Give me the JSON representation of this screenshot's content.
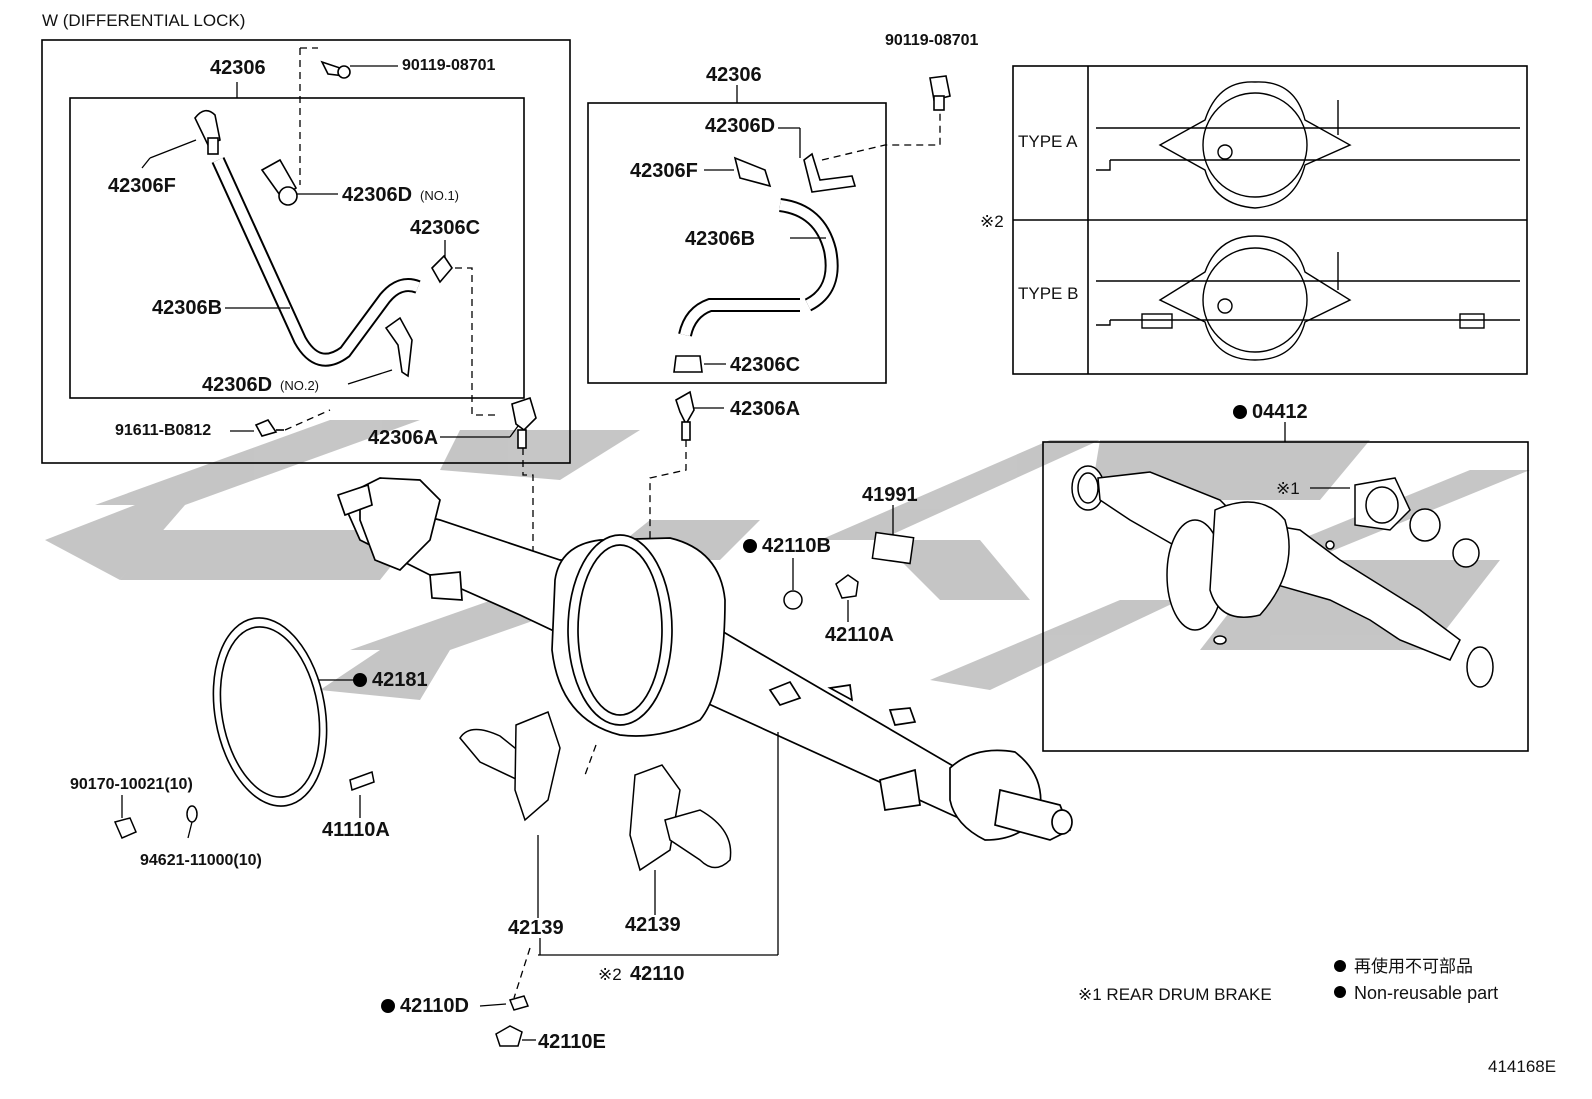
{
  "box_w": {
    "title": "W (DIFFERENTIAL LOCK)"
  },
  "labels": {
    "p42306_w": "42306",
    "p90119_w": "90119-08701",
    "p42306F_w": "42306F",
    "p42306D_w": "42306D",
    "p42306D_w_note": "(NO.1)",
    "p42306C_w": "42306C",
    "p42306B_w": "42306B",
    "p42306D2_w": "42306D",
    "p42306D2_w_note": "(NO.2)",
    "p91611": "91611-B0812",
    "p42306A_w": "42306A",
    "p90119_top": "90119-08701",
    "p42306_c": "42306",
    "p42306D_c": "42306D",
    "p42306F_c": "42306F",
    "p42306B_c": "42306B",
    "p42306C_c": "42306C",
    "p42306A_c": "42306A",
    "p41991": "41991",
    "p42110B": "42110B",
    "p42110A": "42110A",
    "p42181": "42181",
    "p90170": "90170-10021(10)",
    "p41110A": "41110A",
    "p94621": "94621-11000(10)",
    "p42139_l": "42139",
    "p42139_r": "42139",
    "p42110": "42110",
    "p42110_mark": "※2",
    "p42110D": "42110D",
    "p42110E": "42110E",
    "p04412": "04412",
    "p_mark1": "※1",
    "type_a": "TYPE A",
    "type_b": "TYPE B",
    "mark2": "※2"
  },
  "legend": {
    "note1": "※1  REAR DRUM BRAKE",
    "jp": "再使用不可部品",
    "en": "Non-reusable part"
  },
  "figure_id": "414168E",
  "watermark_color": "#bcbcbc"
}
